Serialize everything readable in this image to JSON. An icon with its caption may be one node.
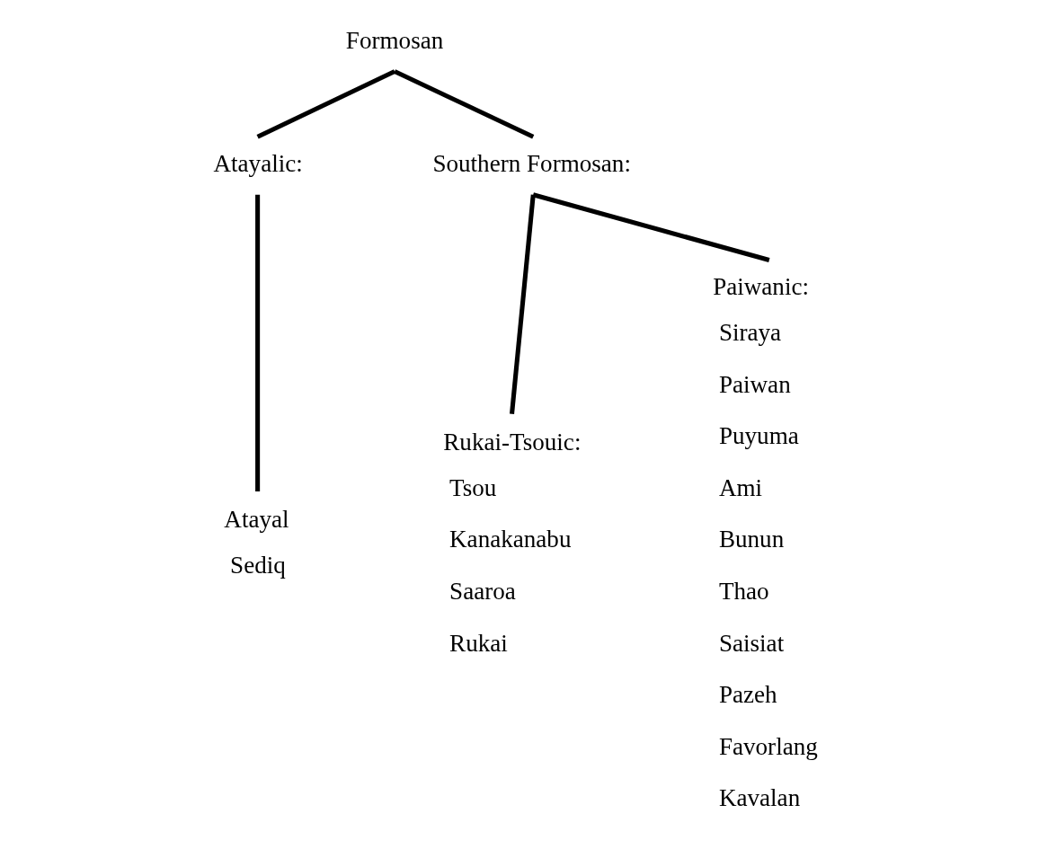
{
  "diagram": {
    "nodes": [
      {
        "text": [
          "Formosan"
        ]
      },
      {
        "text": [
          "Atayalic:"
        ]
      },
      {
        "text": [
          "Southern Formosan:"
        ]
      },
      {
        "text": [
          "Atayal"
        ],
        "beside": [
          "Sediq"
        ]
      },
      {
        "text": [
          "Rukai-Tsouic:"
        ],
        "beside": [
          "Tsou",
          "Kanakanabu",
          "Saaroa",
          "Rukai"
        ]
      },
      {
        "text": [
          "Paiwanic:"
        ],
        "beside": [
          "Siraya",
          "Paiwan",
          "Puyuma",
          "Ami",
          "Bunun",
          "Thao",
          "Saisiat",
          "Pazeh",
          "Favorlang",
          "Kavalan"
        ]
      }
    ],
    "edges": [
      {
        "from": 0,
        "to": 1,
        "arrow": "none"
      },
      {
        "from": 0,
        "to": 2,
        "arrow": "none"
      },
      {
        "from": 1,
        "to": 3,
        "arrow": "none"
      },
      {
        "from": 2,
        "to": 4,
        "arrow": "none"
      },
      {
        "from": 2,
        "to": 5,
        "arrow": "none"
      }
    ]
  }
}
